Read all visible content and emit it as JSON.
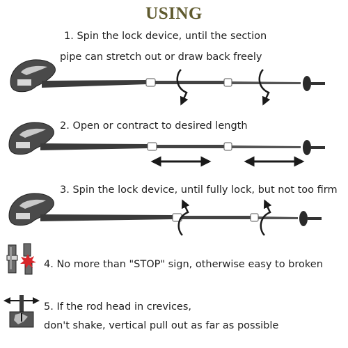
{
  "title": "USING",
  "steps": [
    {
      "line1": "1. Spin the lock device, until the section",
      "line2": "pipe can stretch out or draw back  freely"
    },
    {
      "line1": "2. Open or contract to desired length"
    },
    {
      "line1": "3. Spin the lock device, until fully lock, but not too firm"
    },
    {
      "line1": "4. No more than \"STOP\" sign, otherwise easy to broken"
    },
    {
      "line1": "5. If the rod head in crevices,",
      "line2": "don't shake, vertical pull out as far as possible"
    }
  ],
  "colors": {
    "title": "#5f5a2e",
    "text": "#1f1f1f",
    "pole": "#3a3a3a",
    "stop": "#d8262a"
  }
}
